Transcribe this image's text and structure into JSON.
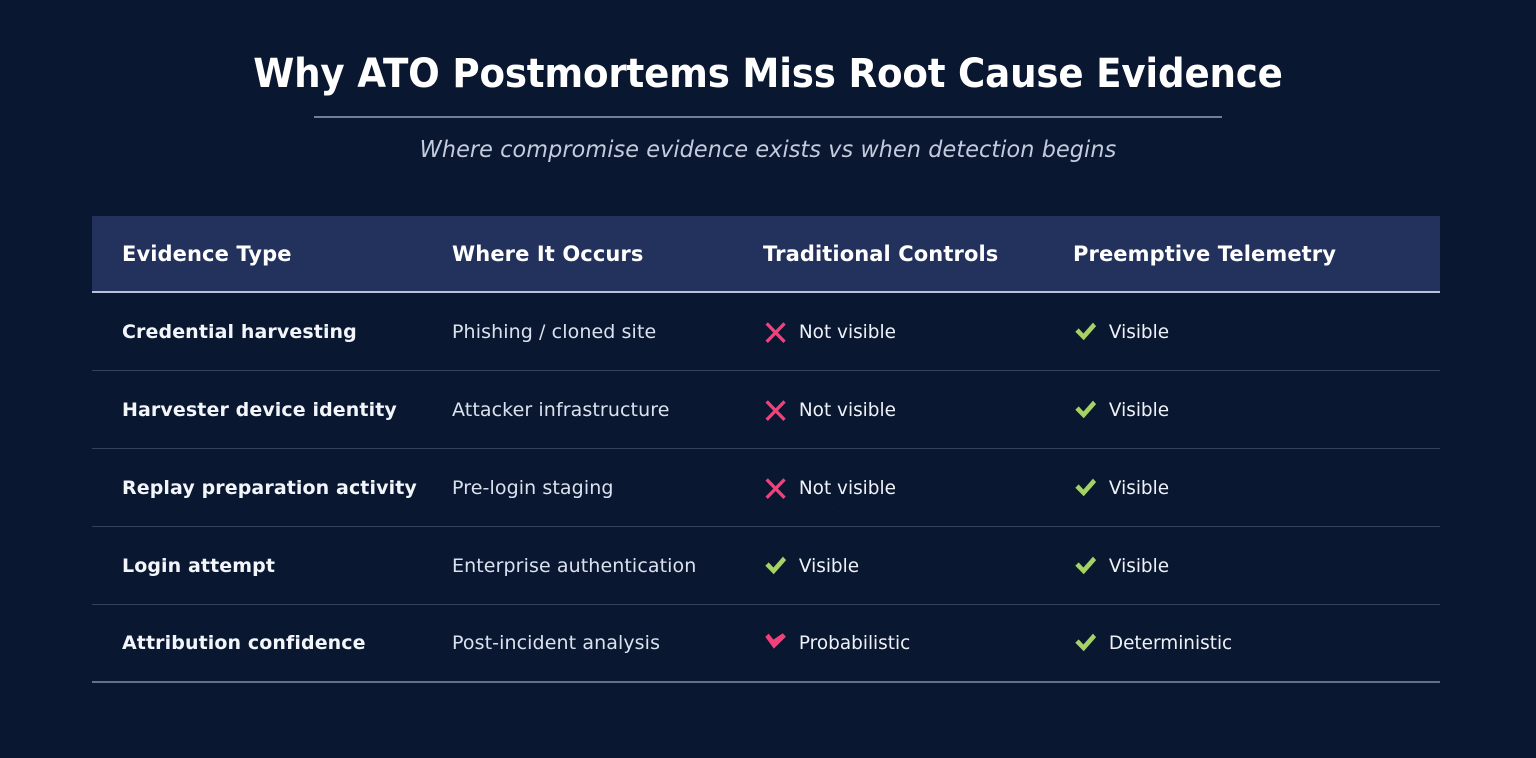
{
  "header": {
    "title": "Why ATO Postmortems Miss Root Cause Evidence",
    "subtitle": "Where compromise evidence exists vs when detection begins"
  },
  "colors": {
    "background": "#0a1730",
    "header_row": "#23325c",
    "title_text": "#ffffff",
    "subtitle_text": "#c3cbdd",
    "positive": "#a5d166",
    "negative": "#f2417a",
    "divider": "#9aa6c4"
  },
  "table": {
    "columns": [
      "Evidence Type",
      "Where It Occurs",
      "Traditional Controls",
      "Preemptive Telemetry"
    ],
    "rows": [
      {
        "evidence_type": "Credential harvesting",
        "where_it_occurs": "Phishing / cloned site",
        "traditional": {
          "icon": "cross-icon",
          "label": "Not visible"
        },
        "preemptive": {
          "icon": "check-icon",
          "label": "Visible"
        }
      },
      {
        "evidence_type": "Harvester device identity",
        "where_it_occurs": "Attacker infrastructure",
        "traditional": {
          "icon": "cross-icon",
          "label": "Not visible"
        },
        "preemptive": {
          "icon": "check-icon",
          "label": "Visible"
        }
      },
      {
        "evidence_type": "Replay preparation activity",
        "where_it_occurs": "Pre-login staging",
        "traditional": {
          "icon": "cross-icon",
          "label": "Not visible"
        },
        "preemptive": {
          "icon": "check-icon",
          "label": "Visible"
        }
      },
      {
        "evidence_type": "Login attempt",
        "where_it_occurs": "Enterprise authentication",
        "traditional": {
          "icon": "check-icon",
          "label": "Visible"
        },
        "preemptive": {
          "icon": "check-icon",
          "label": "Visible"
        }
      },
      {
        "evidence_type": "Attribution confidence",
        "where_it_occurs": "Post-incident analysis",
        "traditional": {
          "icon": "check-icon-pink",
          "label": "Probabilistic"
        },
        "preemptive": {
          "icon": "check-icon",
          "label": "Deterministic"
        }
      }
    ]
  }
}
